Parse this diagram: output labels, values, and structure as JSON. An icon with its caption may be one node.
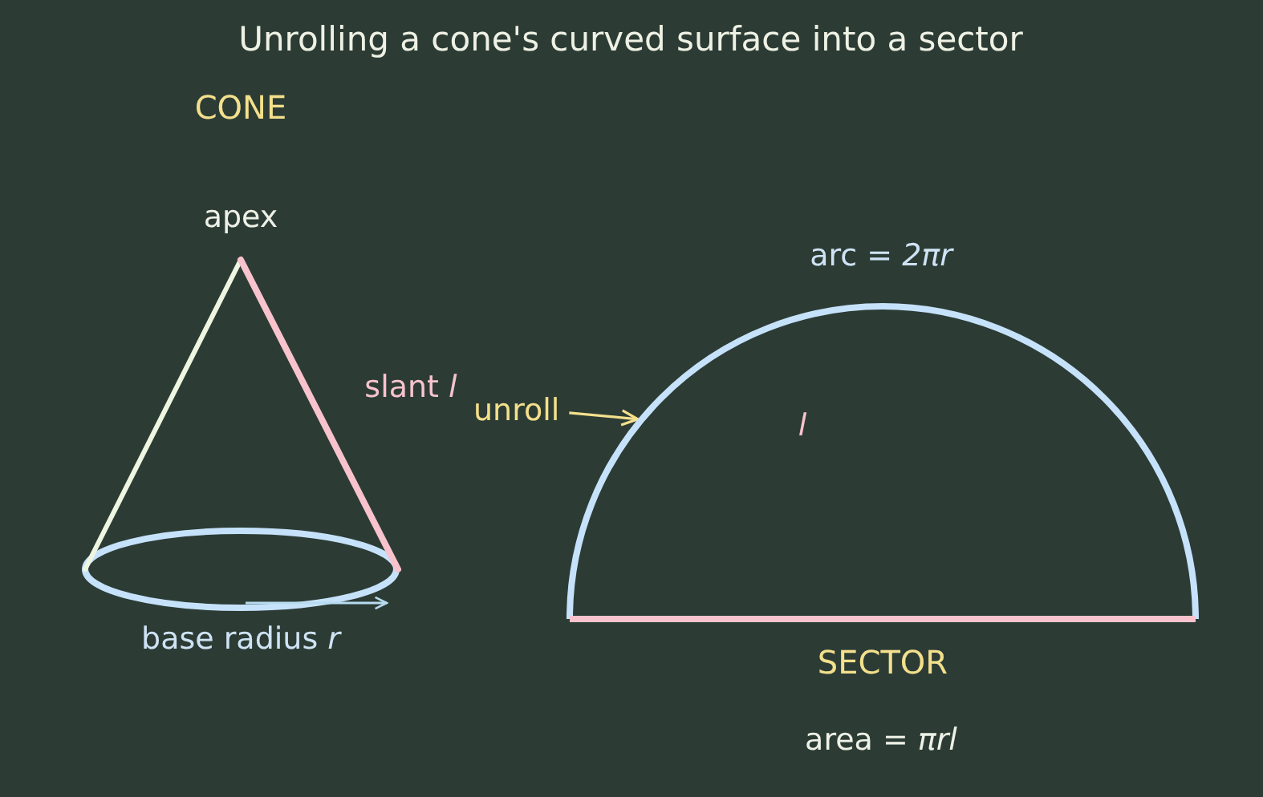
{
  "diagram": {
    "title": "Unrolling a cone's curved surface into a sector",
    "nodes": [
      {
        "text": [
          "unroll"
        ]
      },
      {
        "text": [
          "l"
        ],
        "beside": [
          "arc = *2πr*",
          "SECTOR",
          "area = *πrl*"
        ]
      }
    ],
    "edges": [
      {
        "from": 0,
        "to": 1,
        "arrow": "to"
      }
    ],
    "labels": [
      "CONE",
      "apex",
      "slant *l*",
      "base radius *r*"
    ]
  }
}
